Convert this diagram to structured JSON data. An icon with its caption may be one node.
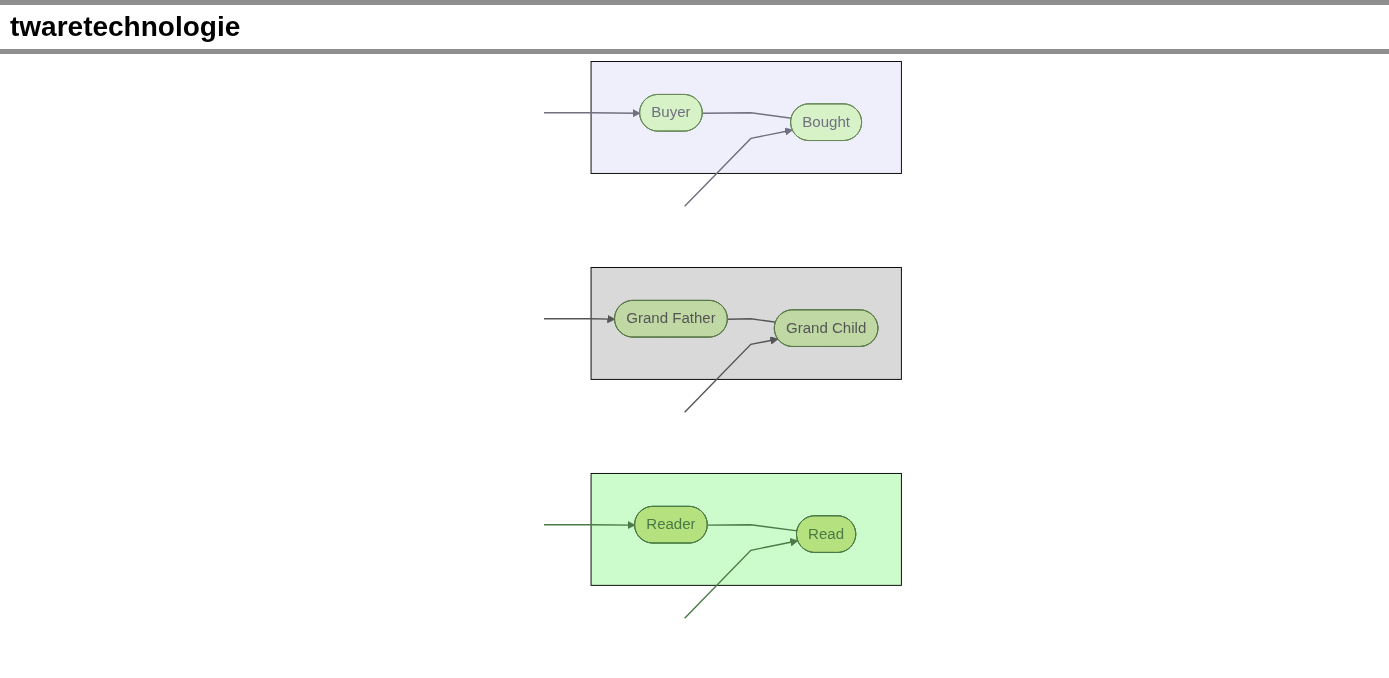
{
  "diagram": {
    "nodes": [
      {
        "text": [],
        "shape": "band"
      },
      {
        "text": [
          "Bought"
        ],
        "in": 0
      },
      {
        "text": [
          "Buyer"
        ],
        "in": 0
      },
      {
        "text": [],
        "shape": "band"
      },
      {
        "text": [
          "Grand Father"
        ],
        "in": 3
      },
      {
        "text": [
          "Grand Child"
        ],
        "in": 3
      },
      {
        "text": [],
        "shape": "band"
      },
      {
        "text": [
          "Reader"
        ],
        "in": 6
      },
      {
        "text": [
          "Read"
        ],
        "in": 6
      }
    ],
    "edges": [
      {
        "from": null,
        "to": 2,
        "arrow": "to",
        "color": "#707080"
      },
      {
        "from": null,
        "to": 4,
        "arrow": "to",
        "color": "#555555"
      },
      {
        "from": null,
        "to": 7,
        "arrow": "to",
        "color": "#4a7a45"
      },
      {
        "from": 2,
        "to": 1,
        "arrow": "none",
        "color": "#707080"
      },
      {
        "from": 4,
        "to": 5,
        "arrow": "none",
        "color": "#555555"
      },
      {
        "from": 7,
        "to": 8,
        "arrow": "none",
        "color": "#4a7a45"
      },
      {
        "from": null,
        "to": 1,
        "arrow": "to",
        "color": "#707080"
      },
      {
        "from": null,
        "to": 5,
        "arrow": "to",
        "color": "#555555"
      },
      {
        "from": null,
        "to": 8,
        "arrow": "to",
        "color": "#4a7a45"
      }
    ],
    "labels": [
      "twaretechnologie"
    ]
  }
}
